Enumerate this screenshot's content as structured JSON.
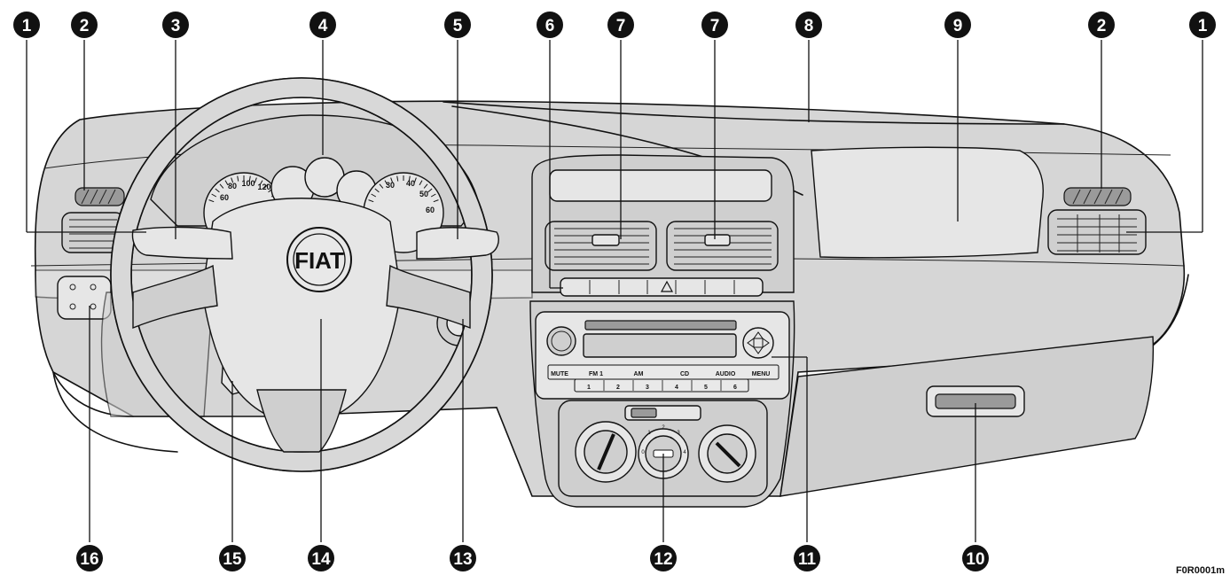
{
  "figure_code": "F0R0001m",
  "logo_text": "FIAT",
  "radio_buttons_top": [
    "MUTE",
    "FM 1",
    "AM",
    "CD",
    "AUDIO",
    "MENU"
  ],
  "radio_buttons_bottom": [
    "1",
    "2",
    "3",
    "4",
    "5",
    "6"
  ],
  "fan_dial_labels": [
    "0",
    "1",
    "2",
    "3",
    "4"
  ],
  "speedo_labels": [
    "30",
    "40",
    "50",
    "60"
  ],
  "tacho_labels": [
    "60",
    "80",
    "100",
    "120"
  ],
  "callouts_top": [
    {
      "num": "1",
      "target": "left-side-vent"
    },
    {
      "num": "2",
      "target": "left-side-window-vent"
    },
    {
      "num": "3",
      "target": "left-stalk"
    },
    {
      "num": "4",
      "target": "instrument-cluster"
    },
    {
      "num": "5",
      "target": "right-stalk"
    },
    {
      "num": "6",
      "target": "center-switch-strip"
    },
    {
      "num": "7",
      "target": "center-vent-left"
    },
    {
      "num": "7",
      "target": "center-vent-right"
    },
    {
      "num": "8",
      "target": "dashboard-top"
    },
    {
      "num": "9",
      "target": "passenger-airbag"
    },
    {
      "num": "2",
      "target": "right-side-window-vent"
    },
    {
      "num": "1",
      "target": "right-side-vent"
    }
  ],
  "callouts_bottom": [
    {
      "num": "16",
      "target": "light-switch-panel"
    },
    {
      "num": "15",
      "target": "lever"
    },
    {
      "num": "14",
      "target": "steering-wheel"
    },
    {
      "num": "13",
      "target": "ignition-switch"
    },
    {
      "num": "12",
      "target": "climate-controls"
    },
    {
      "num": "11",
      "target": "radio"
    },
    {
      "num": "10",
      "target": "glove-box"
    }
  ]
}
